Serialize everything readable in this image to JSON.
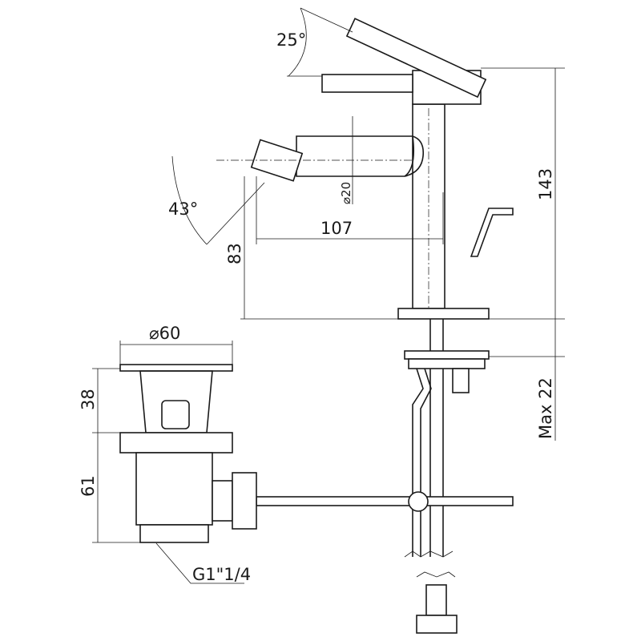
{
  "drawing": {
    "faucet": {
      "lever_angle": "25°",
      "spout_angle": "43°",
      "spout_reach": "107",
      "spout_height": "83",
      "spout_diameter": "⌀20",
      "total_height": "143",
      "max_deck_thickness": "Max 22"
    },
    "waste": {
      "diameter": "⌀60",
      "top_height": "38",
      "body_height": "61",
      "thread": "G1\"1/4"
    }
  }
}
